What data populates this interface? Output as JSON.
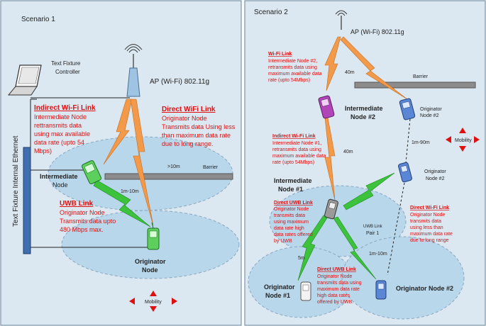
{
  "colors": {
    "panel_bg": "#dbe8f1",
    "ellipse": "#b9d7ea",
    "wifi_link": "#f39a4a",
    "uwb_link": "#3cc23c",
    "label_red": "#e01010",
    "barrier": "#8c8c8c",
    "ethernet_bar": "#3f6fb0"
  },
  "scenario1": {
    "title": "Scenario 1",
    "controller": [
      "Text Fixture",
      "Controller"
    ],
    "ethernet": "Text Fixture Internal Ethernet",
    "ap": "AP (Wi-Fi) 802.11g",
    "indirect_title": "Indirect Wi-Fi Link",
    "indirect_lines": [
      "Intermediate Node",
      "rettransmits       data",
      "using  max  available",
      "data  rate  (upto  54",
      "Mbps)"
    ],
    "direct_title": "Direct WiFi Link",
    "direct_lines": [
      "Originator Node",
      "Transmits data Using less",
      "than maximum data rate",
      "due to long range."
    ],
    "uwb_title": "UWB Link",
    "uwb_lines": [
      "Originator Node",
      "Transmits data upto",
      "480 Mbps max."
    ],
    "intermediate": [
      "Intermediate",
      "Node"
    ],
    "originator": [
      "Originator",
      "Node"
    ],
    "barrier": "Barrier",
    "dist_10m": ">10m",
    "dist_1_10m": "1m-10m",
    "mobility": "Mobility"
  },
  "scenario2": {
    "title": "Scenario 2",
    "ap": "AP (Wi-Fi) 802.11g",
    "wifi_title": "Wi-Fi Link",
    "wifi_lines": [
      "Intermediate Node #2,",
      "retransmits data using",
      "maximum available data",
      "rate (upto 54Mbps)"
    ],
    "dist_40m_top": "40m",
    "barrier": "Barrier",
    "intermediate2": [
      "Intermediate",
      "Node #2"
    ],
    "originator_top": [
      "Originator",
      "Node #2"
    ],
    "mobility": "Mobility",
    "dist_1_90m": "1m-90m",
    "indirect_title": "Indirect Wi-Fi Link",
    "indirect_lines": [
      "Intermediate Node #1,",
      "retransmits data using",
      "maximum available data",
      "rate (upto 54Mbps)"
    ],
    "dist_40m_mid": "40m",
    "originator_mid": [
      "Originator",
      "Node #2"
    ],
    "intermediate1": [
      "Intermediate",
      "Node #1"
    ],
    "direct_uwb_title_1": "Direct UWB Link",
    "direct_uwb_lines_1": [
      "Originator Node",
      "transmits data",
      "using maximum",
      "data rate high",
      "data rates offered",
      "by UWB"
    ],
    "uwb_pair": [
      "UWB Link",
      "Pair 1"
    ],
    "direct_wifi_title": "Direct Wi-Fi Link",
    "direct_wifi_lines": [
      "Originator Node",
      "transmits data",
      "using less than",
      "maximum data rate",
      "due to long range"
    ],
    "dist_5m": "5m",
    "dist_1_10m": "1m-10m",
    "direct_uwb_title_2": "Direct UWB Link",
    "direct_uwb_lines_2": [
      "Originator Node",
      "transmits data using",
      "maximum data rate",
      "high data rates",
      "offered by UWB."
    ],
    "originator1": [
      "Originator",
      "Node #1"
    ],
    "originator2": "Originator Node #2"
  }
}
